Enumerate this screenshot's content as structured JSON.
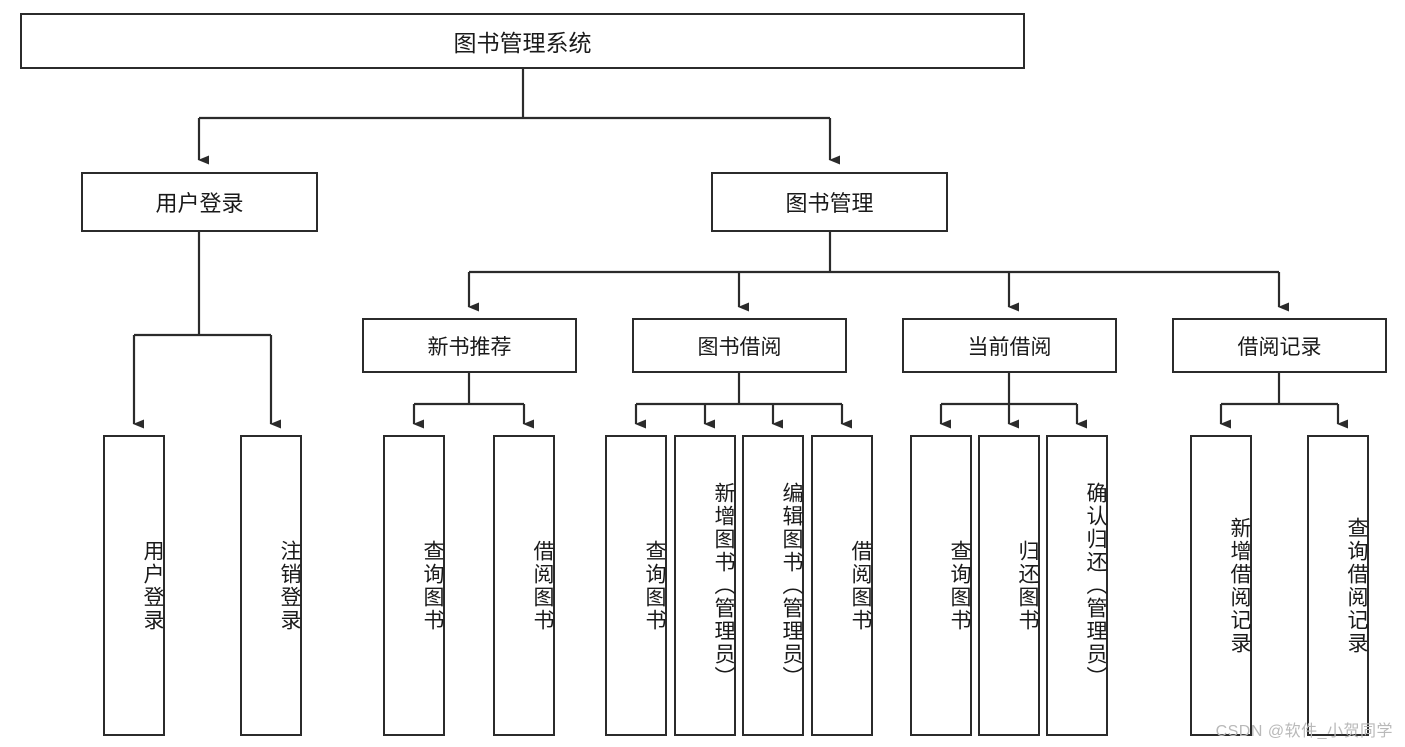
{
  "diagram": {
    "title": "图书管理系统",
    "type": "tree-hierarchy",
    "watermark": "CSDN @软件_小贺同学",
    "colors": {
      "node_border": "#2b2b2b",
      "node_fill": "#ffffff",
      "edge": "#2b2b2b",
      "text": "#1a1a1a",
      "watermark": "#b9b9b9"
    }
  },
  "nodes": {
    "root": {
      "label": "图书管理系统"
    },
    "level1": [
      {
        "label": "用户登录"
      },
      {
        "label": "图书管理"
      }
    ],
    "level2": [
      {
        "label": "新书推荐"
      },
      {
        "label": "图书借阅"
      },
      {
        "label": "当前借阅"
      },
      {
        "label": "借阅记录"
      }
    ],
    "leaves": {
      "user_login": [
        {
          "label": "用户登录"
        },
        {
          "label": "注销登录"
        }
      ],
      "new_book_recommend": [
        {
          "label": "查询图书"
        },
        {
          "label": "借阅图书"
        }
      ],
      "book_borrow": [
        {
          "label": "查询图书"
        },
        {
          "label": "新增图书（管理员）"
        },
        {
          "label": "编辑图书（管理员）"
        },
        {
          "label": "借阅图书"
        }
      ],
      "current_borrow": [
        {
          "label": "查询图书"
        },
        {
          "label": "归还图书"
        },
        {
          "label": "确认归还（管理员）"
        }
      ],
      "borrow_record": [
        {
          "label": "新增借阅记录"
        },
        {
          "label": "查询借阅记录"
        }
      ]
    }
  }
}
